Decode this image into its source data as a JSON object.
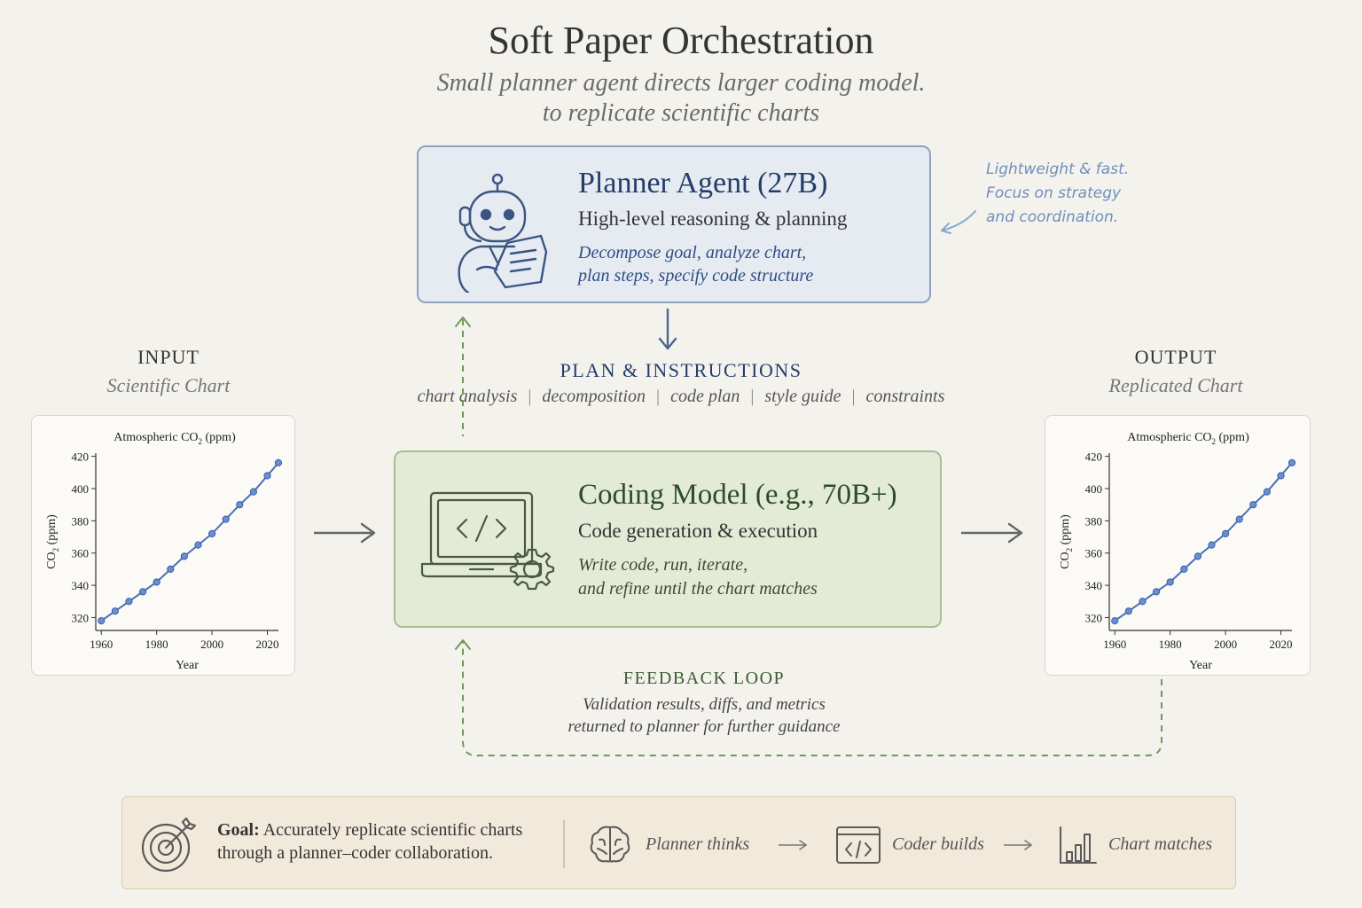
{
  "title": "Soft Paper Orchestration",
  "subtitle": [
    "Small planner agent directs larger coding model.",
    "to replicate scientific charts"
  ],
  "planner": {
    "title": "Planner Agent (27B)",
    "subtitle": "High-level reasoning & planning",
    "desc": [
      "Decompose goal, analyze chart,",
      "plan steps, specify code structure"
    ]
  },
  "note": [
    "Lightweight & fast.",
    "Focus on strategy",
    "and coordination."
  ],
  "plan": {
    "heading": "PLAN & INSTRUCTIONS",
    "items": [
      "chart analysis",
      "decomposition",
      "code plan",
      "style guide",
      "constraints"
    ],
    "separator": "|"
  },
  "coder": {
    "title": "Coding Model (e.g., 70B+)",
    "subtitle": "Code generation & execution",
    "desc": [
      "Write code, run, iterate,",
      "and refine until the chart matches"
    ]
  },
  "input": {
    "heading": "INPUT",
    "sub": "Scientific Chart"
  },
  "output": {
    "heading": "OUTPUT",
    "sub": "Replicated Chart"
  },
  "feedback": {
    "heading": "FEEDBACK LOOP",
    "lines": [
      "Validation results, diffs, and metrics",
      "returned to planner for further guidance"
    ]
  },
  "goal": {
    "label": "Goal:",
    "text1": "Accurately replicate scientific charts",
    "text2": "through a planner–coder collaboration.",
    "steps": [
      "Planner thinks",
      "Coder builds",
      "Chart matches"
    ]
  },
  "colors": {
    "planner_accent": "#233e6b",
    "coder_accent": "#2c4d26",
    "line": "#4a6fb5",
    "feedback_dash": "#6f9a5a"
  },
  "chart_data": [
    {
      "type": "line",
      "title_main": "Atmospheric CO",
      "title_sub": "2",
      "title_end": " (ppm)",
      "xlabel": "Year",
      "ylabel_main": "CO",
      "ylabel_sub": "2",
      "ylabel_end": " (ppm)",
      "x": [
        1960,
        1965,
        1970,
        1975,
        1980,
        1985,
        1990,
        1995,
        2000,
        2005,
        2010,
        2015,
        2020,
        2024
      ],
      "y": [
        318,
        324,
        330,
        336,
        342,
        350,
        358,
        365,
        372,
        381,
        390,
        398,
        408,
        416
      ],
      "xticks": [
        1960,
        1980,
        2000,
        2020
      ],
      "yticks": [
        320,
        340,
        360,
        380,
        400,
        420
      ],
      "xlim": [
        1958,
        2024
      ],
      "ylim": [
        312,
        422
      ]
    },
    {
      "type": "line",
      "title_main": "Atmospheric CO",
      "title_sub": "2",
      "title_end": " (ppm)",
      "xlabel": "Year",
      "ylabel_main": "CO",
      "ylabel_sub": "2",
      "ylabel_end": " (ppm)",
      "x": [
        1960,
        1965,
        1970,
        1975,
        1980,
        1985,
        1990,
        1995,
        2000,
        2005,
        2010,
        2015,
        2020,
        2024
      ],
      "y": [
        318,
        324,
        330,
        336,
        342,
        350,
        358,
        365,
        372,
        381,
        390,
        398,
        408,
        416
      ],
      "xticks": [
        1960,
        1980,
        2000,
        2020
      ],
      "yticks": [
        320,
        340,
        360,
        380,
        400,
        420
      ],
      "xlim": [
        1958,
        2024
      ],
      "ylim": [
        312,
        422
      ]
    }
  ]
}
